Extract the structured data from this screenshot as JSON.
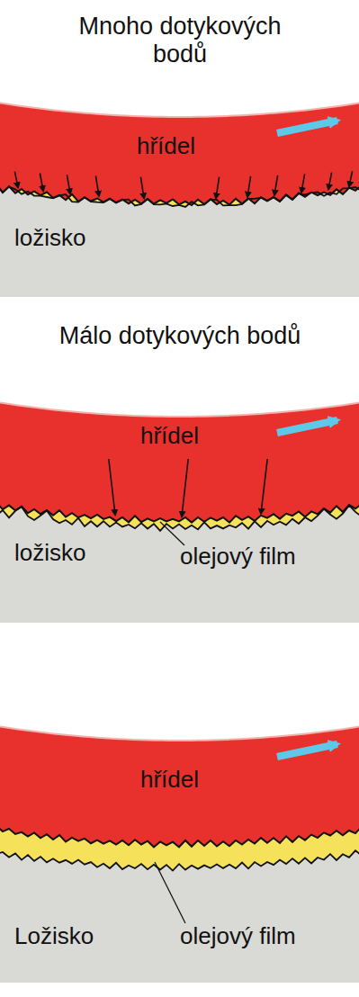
{
  "diagram": {
    "labels": [
      "Mnoho dotykových bodů",
      "hřídel",
      "ložisko",
      "Málo dotykových bodů",
      "hřídel",
      "ložisko",
      "olejový film",
      "hřídel",
      "Ložisko",
      "olejový film"
    ]
  }
}
